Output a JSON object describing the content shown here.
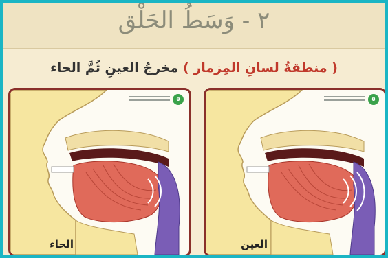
{
  "header": {
    "title": "٢ - وَسَطُ الحَلْق",
    "subtitle_prefix": "مخرجُ العينِ ثُمَّ الحاء",
    "subtitle_red": "( منطقةُ لسانِ المِزمار )"
  },
  "panels": [
    {
      "caption": "الحاء"
    },
    {
      "caption": "العين"
    }
  ],
  "colors": {
    "border": "#1bb5c4",
    "background": "#f6ecd2",
    "panel_border": "#8a2f2a",
    "tongue": "#e06a5a",
    "skin": "#f6e6a0",
    "palate": "#5a1a1a",
    "throat": "#7a5db6"
  }
}
